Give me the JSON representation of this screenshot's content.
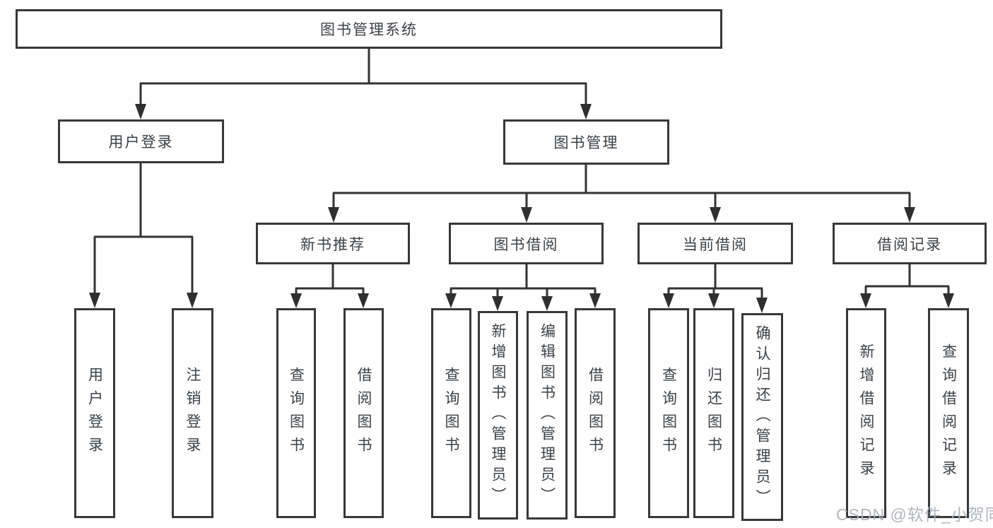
{
  "diagram": {
    "root": {
      "label": "图书管理系统"
    },
    "branches": [
      {
        "label": "用户登录",
        "children": [
          {
            "label": "用户登录"
          },
          {
            "label": "注销登录"
          }
        ]
      },
      {
        "label": "图书管理",
        "children": [
          {
            "label": "新书推荐",
            "children": [
              {
                "label": "查询图书"
              },
              {
                "label": "借阅图书"
              }
            ]
          },
          {
            "label": "图书借阅",
            "children": [
              {
                "label": "查询图书"
              },
              {
                "label": "新增图书（管理员）"
              },
              {
                "label": "编辑图书（管理员）"
              },
              {
                "label": "借阅图书"
              }
            ]
          },
          {
            "label": "当前借阅",
            "children": [
              {
                "label": "查询图书"
              },
              {
                "label": "归还图书"
              },
              {
                "label": "确认归还（管理员）"
              }
            ]
          },
          {
            "label": "借阅记录",
            "children": [
              {
                "label": "新增借阅记录"
              },
              {
                "label": "查询借阅记录"
              }
            ]
          }
        ]
      }
    ]
  },
  "watermark": {
    "text": "CSDN @软件_小贺同学"
  },
  "colors": {
    "line": "#333333",
    "arrow": "#2f2f2f",
    "box_border": "#383838",
    "text": "#3c4045",
    "watermark": "#adb2b9",
    "background": "#ffffff"
  }
}
